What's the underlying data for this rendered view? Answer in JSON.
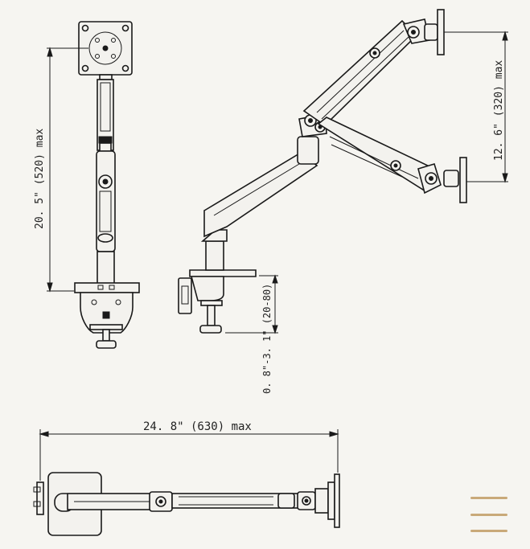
{
  "dimensions": {
    "height_max": "20. 5\" (520) max",
    "vertical_range": "12. 6\" (320) max",
    "desk_clamp": "0. 8\"-3. 1\" (20-80)",
    "reach_max": "24. 8\" (630) max"
  },
  "icons": {
    "menu": "hamburger-menu-icon"
  },
  "colors": {
    "line": "#1a1a1a",
    "background": "#f6f5f1",
    "menu_accent": "#c9a979"
  }
}
